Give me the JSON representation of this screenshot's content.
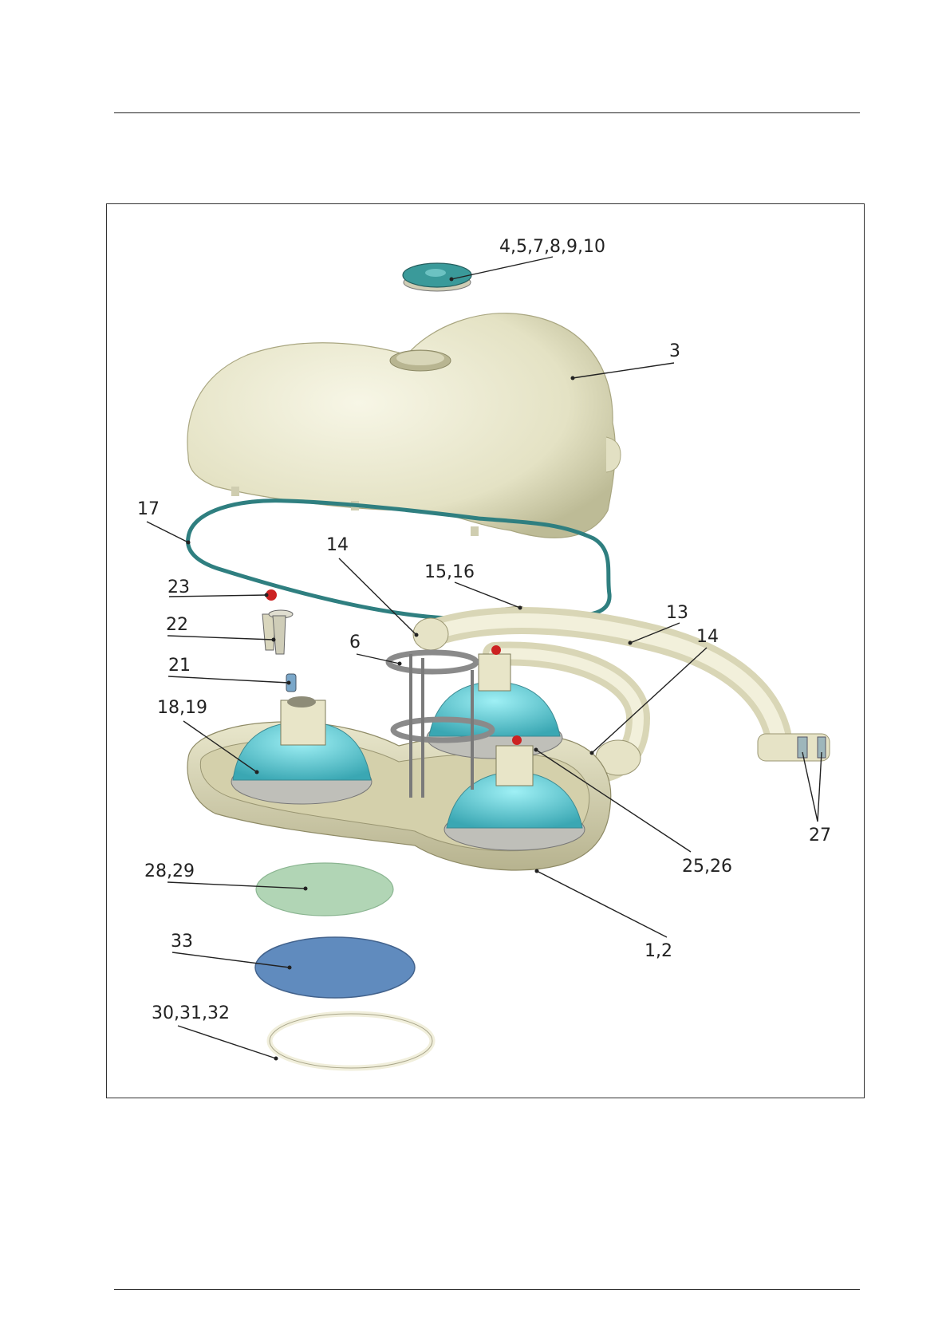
{
  "colors": {
    "cover": "#ecebd2",
    "cover_shadow": "#bfbd9a",
    "gasket": "#2f7f80",
    "dome": "#5fc7cf",
    "filter_green": "#a9d1ad",
    "filter_blue": "#4f7fb8",
    "ring": "#f1efdc",
    "cap": "#3a9a9a"
  },
  "callouts": [
    {
      "id": "c-4-10",
      "label": "4,5,7,8,9,10"
    },
    {
      "id": "c-3",
      "label": "3"
    },
    {
      "id": "c-17",
      "label": "17"
    },
    {
      "id": "c-14a",
      "label": "14"
    },
    {
      "id": "c-15-16",
      "label": "15,16"
    },
    {
      "id": "c-23",
      "label": "23"
    },
    {
      "id": "c-13",
      "label": "13"
    },
    {
      "id": "c-22",
      "label": "22"
    },
    {
      "id": "c-14b",
      "label": "14"
    },
    {
      "id": "c-6",
      "label": "6"
    },
    {
      "id": "c-21",
      "label": "21"
    },
    {
      "id": "c-18-19",
      "label": "18,19"
    },
    {
      "id": "c-27",
      "label": "27"
    },
    {
      "id": "c-25-26",
      "label": "25,26"
    },
    {
      "id": "c-28-29",
      "label": "28,29"
    },
    {
      "id": "c-33",
      "label": "33"
    },
    {
      "id": "c-1-2",
      "label": "1,2"
    },
    {
      "id": "c-30-32",
      "label": "30,31,32"
    }
  ]
}
